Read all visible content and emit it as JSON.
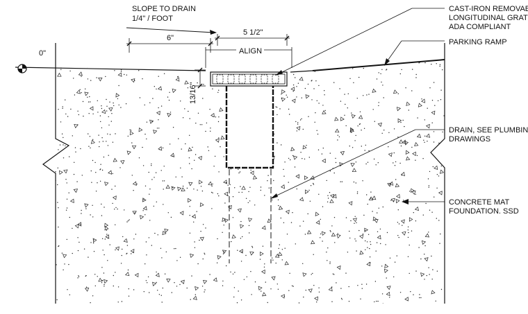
{
  "labels": {
    "slope": [
      "SLOPE TO DRAIN",
      "1/4\" / FOOT"
    ],
    "elevation": "0\"",
    "grate": [
      "CAST-IRON REMOVABLE",
      "LONGITUDINAL GRATE,",
      "ADA COMPLIANT"
    ],
    "parking_ramp": "PARKING RAMP",
    "drain": [
      "DRAIN, SEE PLUMBING",
      "DRAWINGS"
    ],
    "foundation": [
      "CONCRETE MAT",
      "FOUNDATION. SSD"
    ]
  },
  "dimensions": {
    "six_inch": "6\"",
    "five_half": "5 1/2\"",
    "align": "ALIGN",
    "thirteen_sixteenths": "13/16\""
  }
}
